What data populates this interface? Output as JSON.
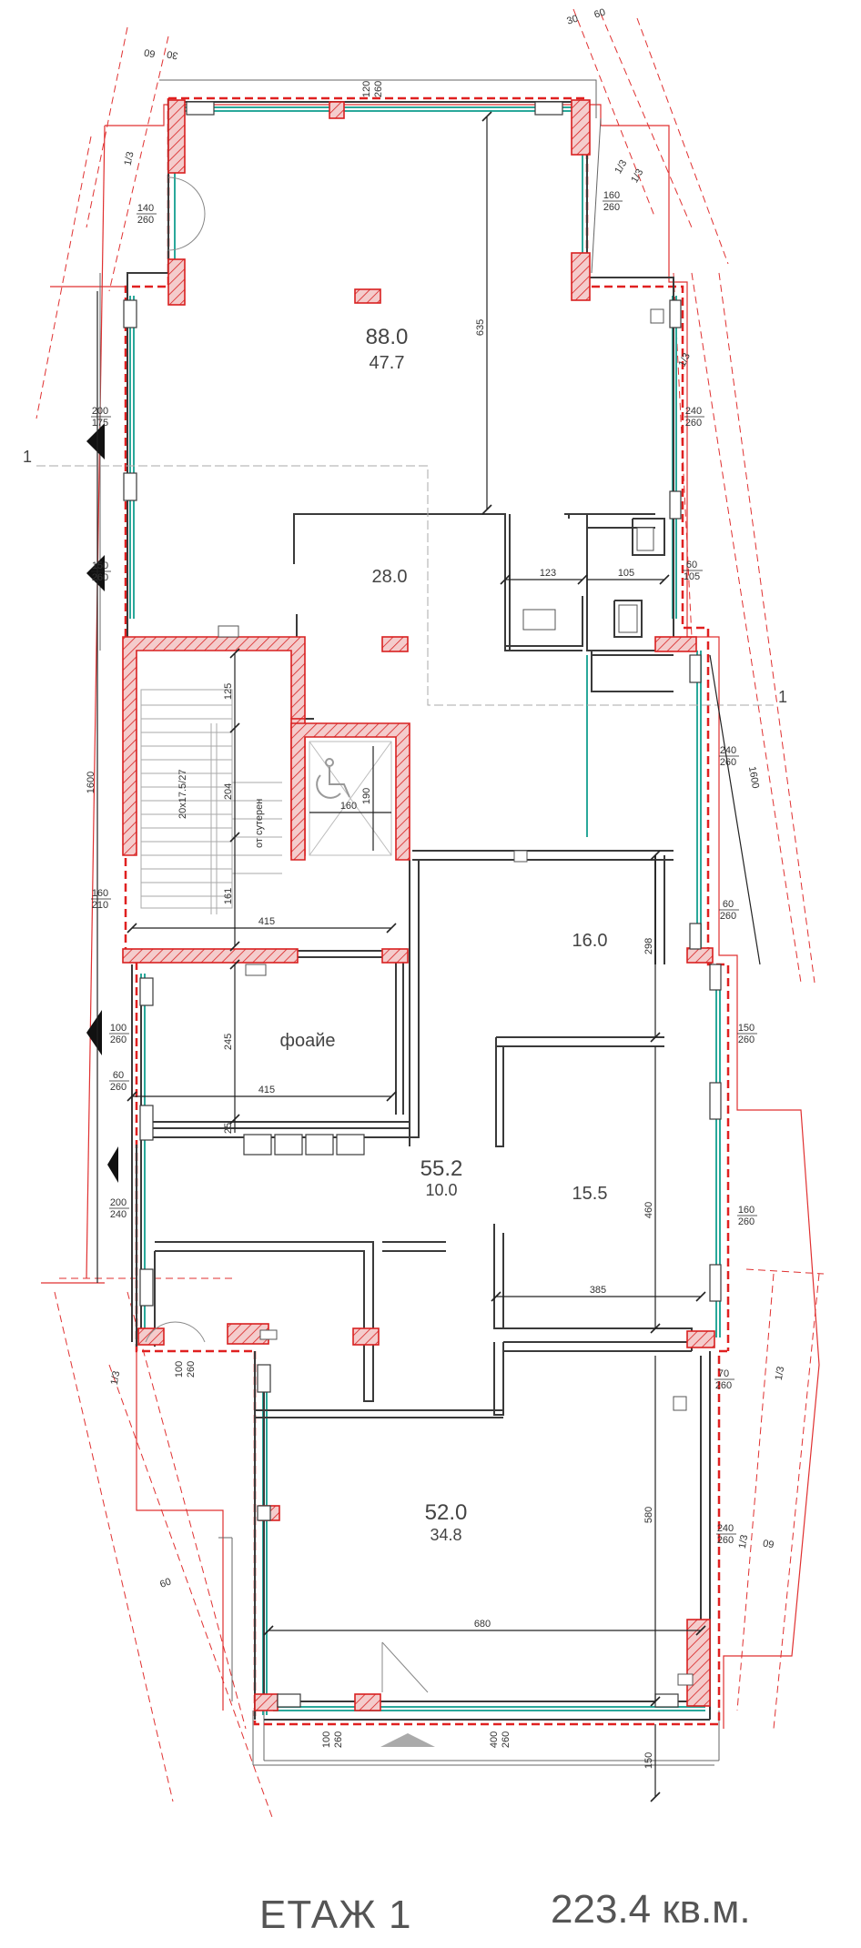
{
  "colors": {
    "wall": "#3a3a3a",
    "structure_fill": "#f2c8c8",
    "structure_stroke": "#d82020",
    "boundary": "#e02020",
    "glass": "#2aa89a",
    "dimension": "#222222",
    "guide": "#e03030"
  },
  "rooms": {
    "r88": {
      "area": "88.0",
      "sub": "47.7"
    },
    "r28": {
      "area": "28.0"
    },
    "r16": {
      "area": "16.0"
    },
    "r155": {
      "area": "15.5"
    },
    "r552": {
      "area": "55.2",
      "sub": "10.0"
    },
    "r52": {
      "area": "52.0",
      "sub": "34.8"
    },
    "foyer": {
      "label": "фоайе"
    }
  },
  "labels": {
    "stairs_spec": "20x17.5/27",
    "basement": "от сутерен",
    "section_mark": "1"
  },
  "dims": {
    "d635": "635",
    "d123": "123",
    "d105": "105",
    "d125": "125",
    "d204": "204",
    "d190": "190",
    "d160": "160",
    "d161": "161",
    "d415a": "415",
    "d415b": "415",
    "d245": "245",
    "d298": "298",
    "d460": "460",
    "d385": "385",
    "d580": "580",
    "d680": "680",
    "d150": "150",
    "d1600l": "1600",
    "d1600r": "1600",
    "d25": "25",
    "d60a": "60",
    "d60b": "60",
    "d30a": "30",
    "d30b": "30",
    "d60c": "60",
    "d60d": "60",
    "d13a": "1/3",
    "d13b": "1/3",
    "d13c": "1/3",
    "d13d": "1/3",
    "d13e": "1/3",
    "d13f": "1/3",
    "d13g": "1/3"
  },
  "openings": {
    "o1": [
      "140",
      "260"
    ],
    "o2": [
      "160",
      "260"
    ],
    "o3": [
      "200",
      "175"
    ],
    "o4": [
      "240",
      "260"
    ],
    "o5": [
      "150",
      "260"
    ],
    "o6": [
      "60",
      "105"
    ],
    "o7": [
      "240",
      "260"
    ],
    "o8": [
      "160",
      "210"
    ],
    "o9": [
      "60",
      "260"
    ],
    "o10": [
      "100",
      "260"
    ],
    "o11": [
      "150",
      "260"
    ],
    "o12": [
      "60",
      "260"
    ],
    "o13": [
      "200",
      "240"
    ],
    "o14": [
      "160",
      "260"
    ],
    "o15": [
      "100",
      "260"
    ],
    "o16": [
      "70",
      "260"
    ],
    "o17": [
      "240",
      "260"
    ],
    "o18": [
      "100",
      "260"
    ],
    "o19": [
      "400",
      "260"
    ],
    "o20": [
      "120",
      "260"
    ]
  },
  "footer": {
    "floor": "ЕТАЖ  1",
    "total": "223.4 кв.м."
  }
}
